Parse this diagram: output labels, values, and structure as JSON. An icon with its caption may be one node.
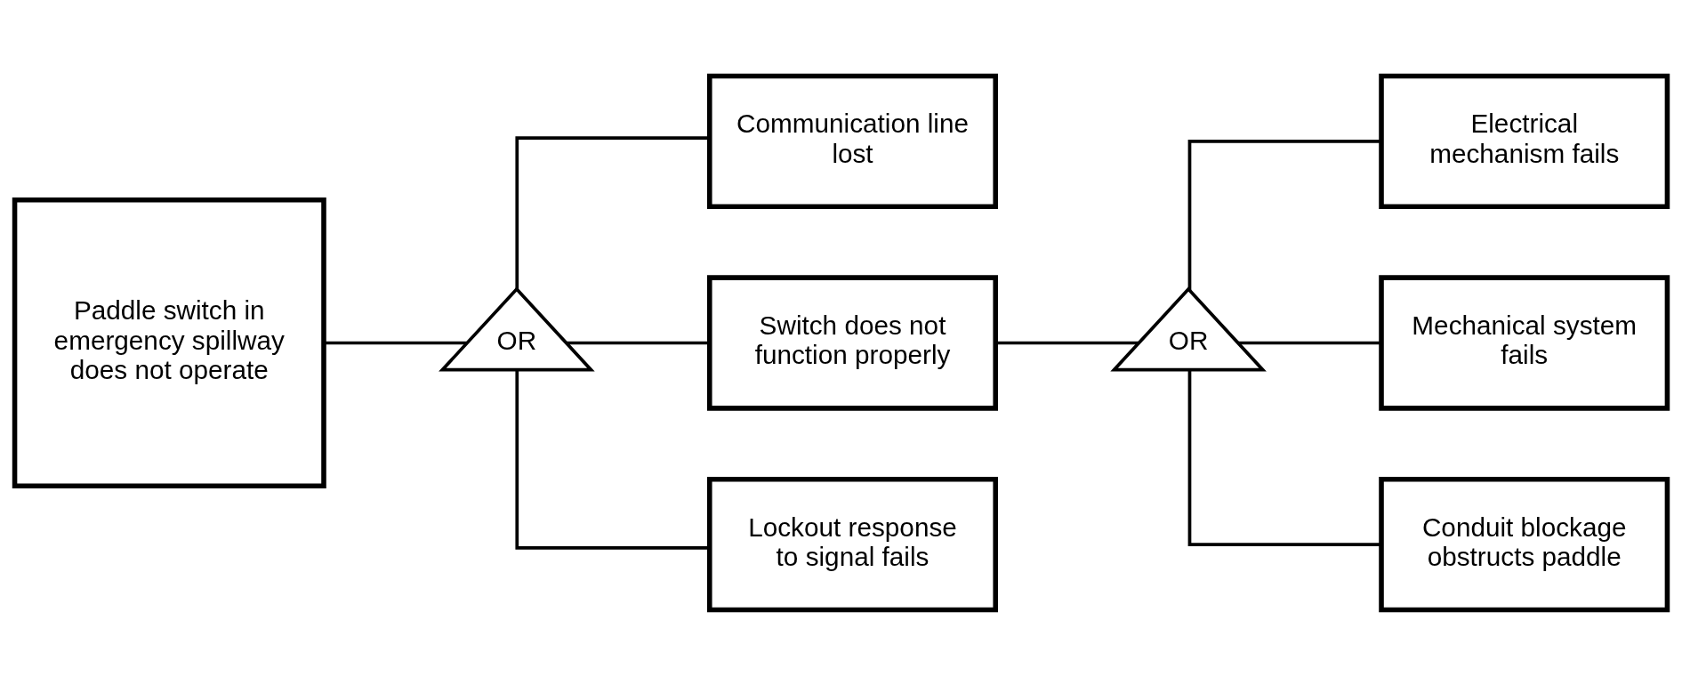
{
  "diagram": {
    "nodes": [
      {
        "text": [
          "Paddle switch in emergency spillway does not operate"
        ]
      },
      {
        "text": [
          "OR"
        ]
      },
      {
        "text": [
          "Communication line lost"
        ]
      },
      {
        "text": [
          "Switch does not function properly"
        ]
      },
      {
        "text": [
          "Lockout response to signal fails"
        ]
      },
      {
        "text": [
          "OR"
        ]
      },
      {
        "text": [
          "Electrical mechanism fails"
        ]
      },
      {
        "text": [
          "Mechanical system fails"
        ]
      },
      {
        "text": [
          "Conduit blockage obstructs paddle"
        ]
      }
    ],
    "edges": [
      {
        "from": 0,
        "to": 1,
        "arrow": "none"
      },
      {
        "from": 1,
        "to": 2,
        "arrow": "none"
      },
      {
        "from": 1,
        "to": 3,
        "arrow": "none"
      },
      {
        "from": 1,
        "to": 4,
        "arrow": "none"
      },
      {
        "from": 3,
        "to": 5,
        "arrow": "none"
      },
      {
        "from": 5,
        "to": 6,
        "arrow": "none"
      },
      {
        "from": 5,
        "to": 7,
        "arrow": "none"
      },
      {
        "from": 5,
        "to": 8,
        "arrow": "none"
      }
    ]
  }
}
